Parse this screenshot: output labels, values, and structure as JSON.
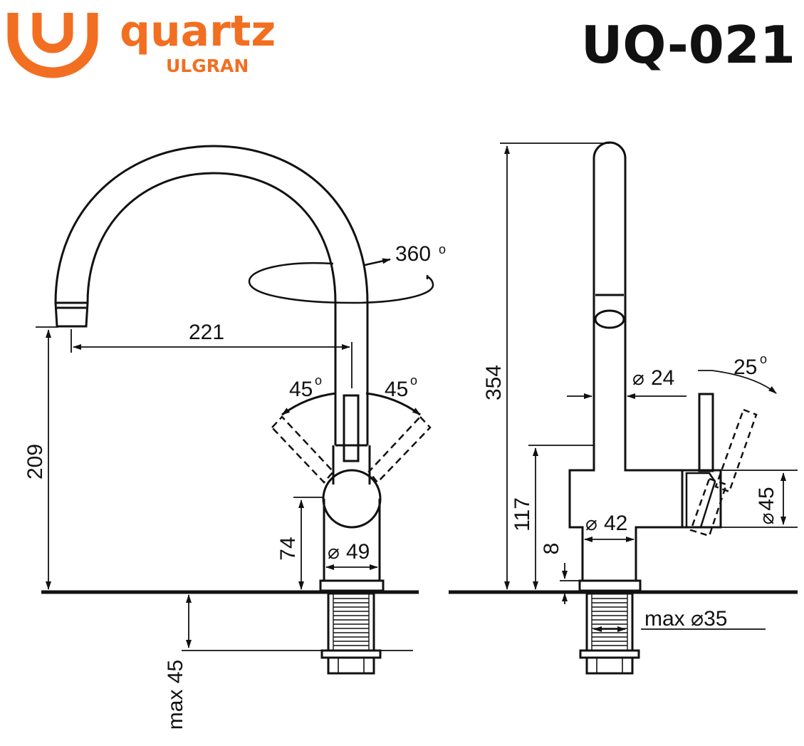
{
  "brand": {
    "name": "quartz",
    "sub": "ULGRAN",
    "color": "#f26f21"
  },
  "model": "UQ-021",
  "dimensions": {
    "spout_reach": "221",
    "spout_height": "209",
    "rotation": "360",
    "degree_mark": "o",
    "lever_left_angle": "45",
    "lever_right_angle": "45",
    "body_height_front": "74",
    "base_diameter": "49",
    "mount_max": "max 45",
    "total_height": "354",
    "spout_diameter": "24",
    "lever_tilt_angle": "25",
    "body_height_side": "117",
    "body_diameter": "42",
    "cartridge_diameter": "45",
    "base_thickness": "8",
    "hole_max_diameter": "max ⌀35",
    "diameter_symbol": "⌀"
  }
}
